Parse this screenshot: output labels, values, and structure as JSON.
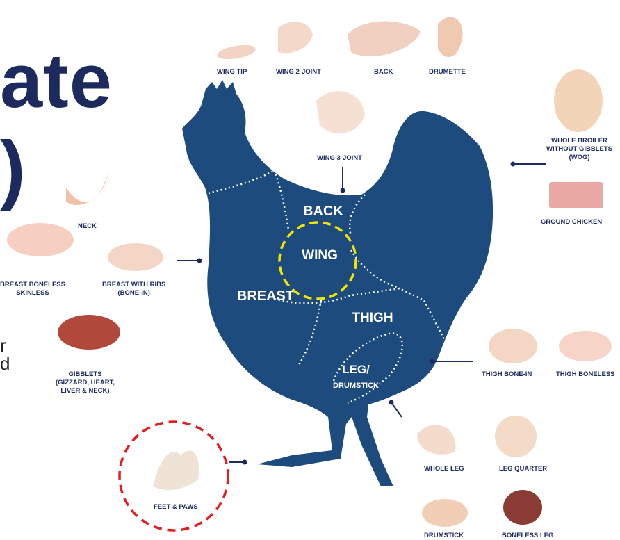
{
  "left_fragment": {
    "line1": "ate",
    "line2": ")",
    "line3": "r",
    "line4": "d"
  },
  "colors": {
    "navy": "#1e4b7d",
    "label": "#1d2a5e",
    "yellow_highlight": "#f2e600",
    "red_highlight": "#e02020"
  },
  "body_labels": {
    "back": "BACK",
    "wing": "WING",
    "breast": "BREAST",
    "thigh": "THIGH",
    "leg": "LEG/",
    "drumstick": "DRUMSTICK"
  },
  "cuts": {
    "wing_tip": "WING TIP",
    "wing_2_joint": "WING 2-JOINT",
    "back": "BACK",
    "drumette": "DRUMETTE",
    "wing_3_joint": "WING 3-JOINT",
    "whole_broiler": [
      "WHOLE BROILER",
      "WITHOUT GIBBLETS",
      "(WOG)"
    ],
    "ground_chicken": "GROUND CHICKEN",
    "neck": "NECK",
    "breast_boneless": [
      "BREAST BONELESS",
      "SKINLESS"
    ],
    "breast_with_ribs": [
      "BREAST WITH RIBS",
      "(BONE-IN)"
    ],
    "gibblets": [
      "GIBBLETS",
      "(GIZZARD, HEART,",
      "LIVER & NECK)"
    ],
    "thigh_bone_in": "THIGH BONE-IN",
    "thigh_boneless": "THIGH BONELESS",
    "whole_leg": "WHOLE LEG",
    "leg_quarter": "LEG QUARTER",
    "feet_paws": "FEET & PAWS",
    "drumstick": "DRUMSTICK",
    "boneless_leg": "BONELESS LEG"
  }
}
